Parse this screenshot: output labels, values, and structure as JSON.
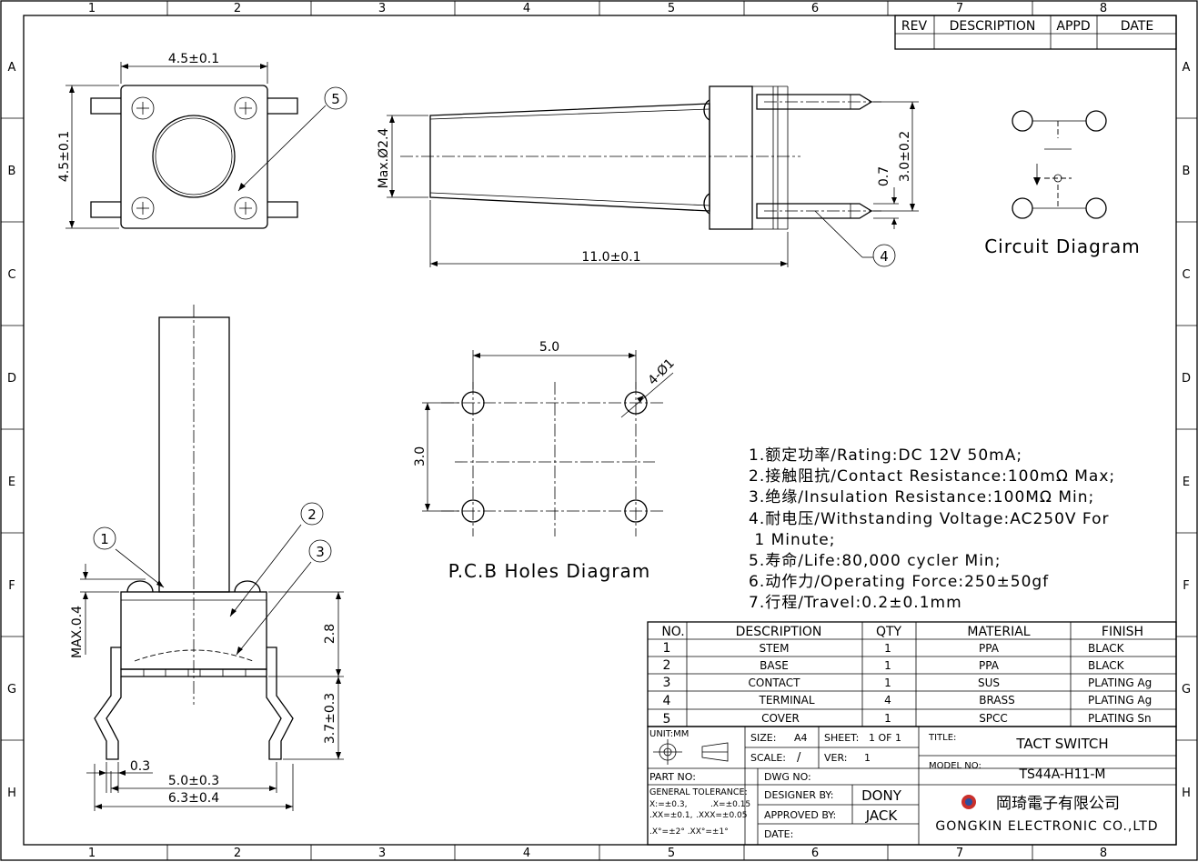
{
  "frame": {
    "columns": [
      "1",
      "2",
      "3",
      "4",
      "5",
      "6",
      "7",
      "8"
    ],
    "rows": [
      "A",
      "B",
      "C",
      "D",
      "E",
      "F",
      "G",
      "H"
    ]
  },
  "revision_block": {
    "rev": "REV",
    "description": "DESCRIPTION",
    "appd": "APPD",
    "date": "DATE"
  },
  "top_view": {
    "width_dim": "4.5±0.1",
    "height_dim": "4.5±0.1",
    "callout": "5"
  },
  "side_view": {
    "diameter_dim": "Max.Ø2.4",
    "length_dim": "11.0±0.1",
    "pin_dim": "0.7",
    "spacing_dim": "3.0±0.2",
    "callout": "4"
  },
  "circuit": {
    "label": "Circuit Diagram"
  },
  "pcb": {
    "label": "P.C.B Holes Diagram",
    "pitch_x": "5.0",
    "pitch_y": "3.0",
    "hole_dim": "4-Ø1"
  },
  "front_view": {
    "callouts": [
      "1",
      "2",
      "3"
    ],
    "max_dim": "MAX.0.4",
    "base_h": "2.8",
    "lead_h": "3.7±0.3",
    "lead_t": "0.3",
    "inner_w": "5.0±0.3",
    "outer_w": "6.3±0.4"
  },
  "specs": [
    "1.额定功率/Rating:DC 12V 50mA;",
    "2.接触阻抗/Contact Resistance:100mΩ Max;",
    "3.绝缘/Insulation Resistance:100MΩ Min;",
    "4.耐电压/Withstanding Voltage:AC250V For\n 1 Minute;",
    "5.寿命/Life:80,000 cycler Min;",
    "6.动作力/Operating Force:250±50gf",
    "7.行程/Travel:0.2±0.1mm"
  ],
  "bom": {
    "headers": [
      "NO.",
      "DESCRIPTION",
      "QTY",
      "MATERIAL",
      "FINISH"
    ],
    "rows": [
      [
        "1",
        "STEM",
        "1",
        "PPA",
        "BLACK"
      ],
      [
        "2",
        "BASE",
        "1",
        "PPA",
        "BLACK"
      ],
      [
        "3",
        "CONTACT",
        "1",
        "SUS",
        "PLATING Ag"
      ],
      [
        "4",
        "TERMINAL",
        "4",
        "BRASS",
        "PLATING Ag"
      ],
      [
        "5",
        "COVER",
        "1",
        "SPCC",
        "PLATING Sn"
      ]
    ]
  },
  "title_block": {
    "unit": "UNIT:MM",
    "size_label": "SIZE:",
    "size": "A4",
    "sheet_label": "SHEET:",
    "sheet": "1 OF 1",
    "scale_label": "SCALE:",
    "scale": "/",
    "ver_label": "VER:",
    "ver": "1",
    "title_label": "TITLE:",
    "title": "TACT SWITCH",
    "model_label": "MODEL NO:",
    "model": "TS44A-H11-M",
    "part_label": "PART NO:",
    "dwg_label": "DWG NO:",
    "tol_title": "GENERAL TOLERANCE:",
    "tol_line1a": "X:=±0.3,",
    "tol_line1b": ".X=±0.15",
    "tol_line2a": ".XX=±0.1,",
    "tol_line2b": ".XXX=±0.05",
    "tol_line3": ".X°=±2° .XX°=±1°",
    "designer_label": "DESIGNER BY:",
    "designer": "DONY",
    "approved_label": "APPROVED BY:",
    "approved": "JACK",
    "date_label": "DATE:",
    "company_cn": "岡琦電子有限公司",
    "company_en": "GONGKIN ELECTRONIC CO.,LTD"
  }
}
